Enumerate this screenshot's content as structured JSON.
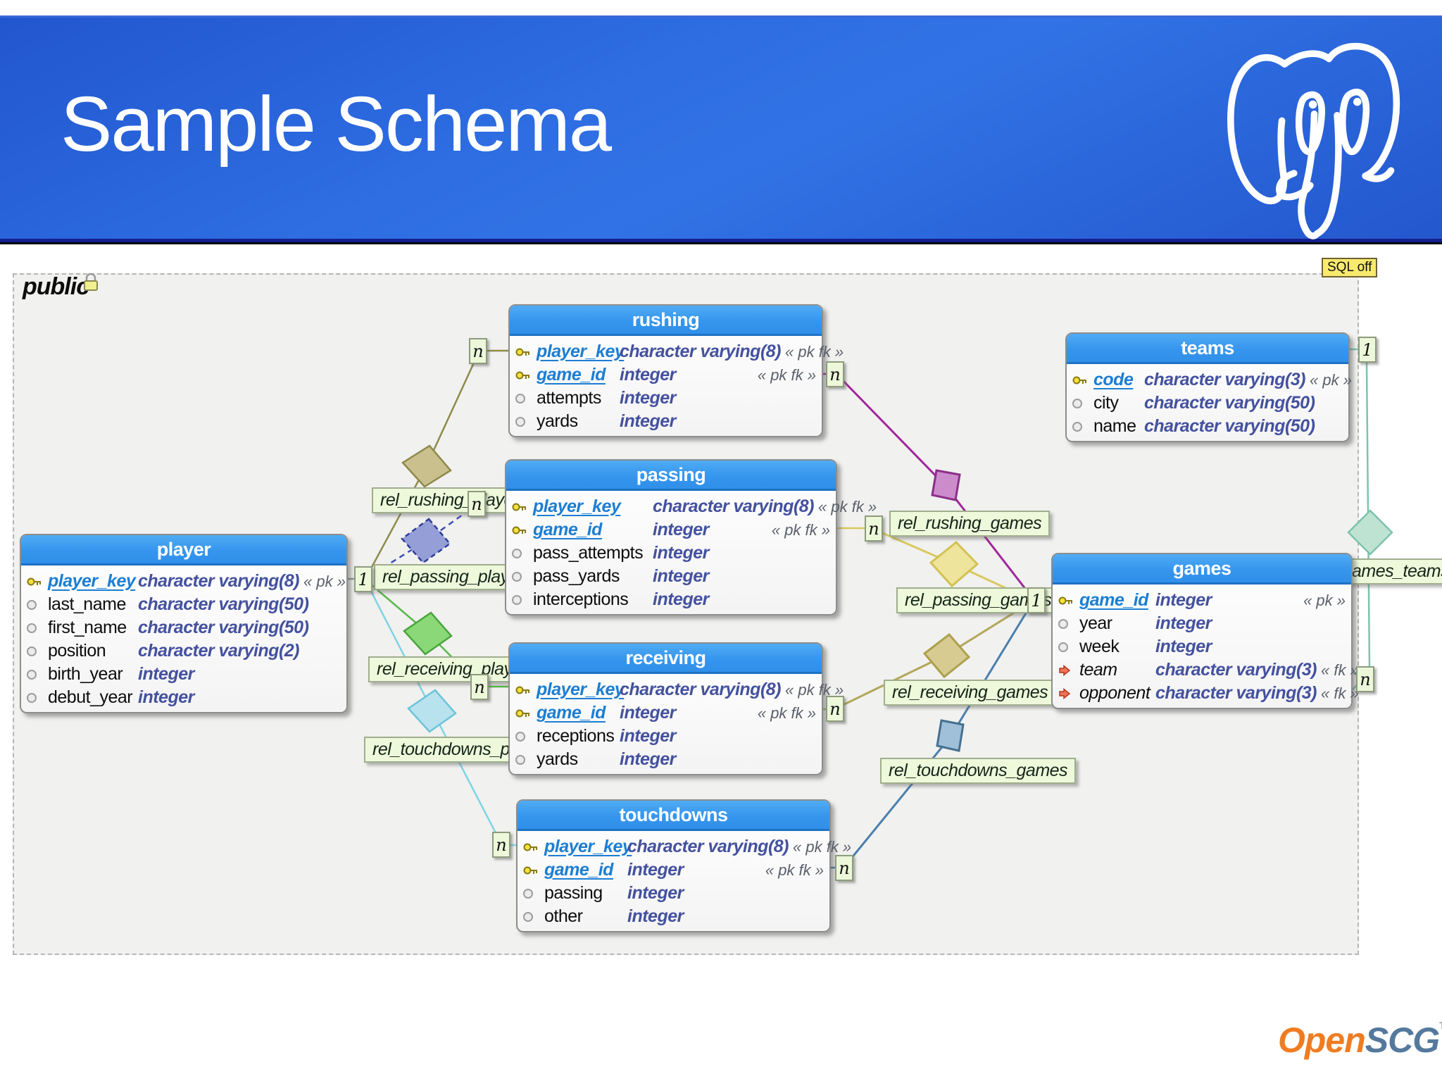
{
  "header": {
    "title": "Sample Schema"
  },
  "diagram": {
    "schema_label": "public",
    "sql_toggle": "SQL off"
  },
  "connectors": {
    "one": "1",
    "n": "n"
  },
  "colors": {
    "banner_blue": "#2e6de2",
    "table_header_blue": "#3696ee",
    "pk_name_blue": "#1c7ed2",
    "type_blue": "#44519e",
    "label_green_bg": "#edf9da",
    "rushing_player": "#8f8a4b",
    "passing_player": "#3d4db0",
    "receiving_player": "#58b84a",
    "touchdowns_player": "#7fd4e4",
    "rushing_games": "#a0269a",
    "passing_games": "#d9c95f",
    "receiving_games": "#b3a75b",
    "touchdowns_games": "#4a7fae",
    "games_teams": "#7cc3ad"
  },
  "tables": {
    "player": {
      "title": "player",
      "columns": [
        {
          "name": "player_key",
          "type": "character varying(8)",
          "key": "« pk »"
        },
        {
          "name": "last_name",
          "type": "character varying(50)",
          "key": ""
        },
        {
          "name": "first_name",
          "type": "character varying(50)",
          "key": ""
        },
        {
          "name": "position",
          "type": "character varying(2)",
          "key": ""
        },
        {
          "name": "birth_year",
          "type": "integer",
          "key": ""
        },
        {
          "name": "debut_year",
          "type": "integer",
          "key": ""
        }
      ]
    },
    "rushing": {
      "title": "rushing",
      "columns": [
        {
          "name": "player_key",
          "type": "character varying(8)",
          "key": "« pk fk »"
        },
        {
          "name": "game_id",
          "type": "integer",
          "key": "« pk fk »"
        },
        {
          "name": "attempts",
          "type": "integer",
          "key": ""
        },
        {
          "name": "yards",
          "type": "integer",
          "key": ""
        }
      ]
    },
    "passing": {
      "title": "passing",
      "columns": [
        {
          "name": "player_key",
          "type": "character varying(8)",
          "key": "« pk fk »"
        },
        {
          "name": "game_id",
          "type": "integer",
          "key": "« pk fk »"
        },
        {
          "name": "pass_attempts",
          "type": "integer",
          "key": ""
        },
        {
          "name": "pass_yards",
          "type": "integer",
          "key": ""
        },
        {
          "name": "interceptions",
          "type": "integer",
          "key": ""
        }
      ]
    },
    "receiving": {
      "title": "receiving",
      "columns": [
        {
          "name": "player_key",
          "type": "character varying(8)",
          "key": "« pk fk »"
        },
        {
          "name": "game_id",
          "type": "integer",
          "key": "« pk fk »"
        },
        {
          "name": "receptions",
          "type": "integer",
          "key": ""
        },
        {
          "name": "yards",
          "type": "integer",
          "key": ""
        }
      ]
    },
    "touchdowns": {
      "title": "touchdowns",
      "columns": [
        {
          "name": "player_key",
          "type": "character varying(8)",
          "key": "« pk fk »"
        },
        {
          "name": "game_id",
          "type": "integer",
          "key": "« pk fk »"
        },
        {
          "name": "passing",
          "type": "integer",
          "key": ""
        },
        {
          "name": "other",
          "type": "integer",
          "key": ""
        }
      ]
    },
    "teams": {
      "title": "teams",
      "columns": [
        {
          "name": "code",
          "type": "character varying(3)",
          "key": "« pk »"
        },
        {
          "name": "city",
          "type": "character varying(50)",
          "key": ""
        },
        {
          "name": "name",
          "type": "character varying(50)",
          "key": ""
        }
      ]
    },
    "games": {
      "title": "games",
      "columns": [
        {
          "name": "game_id",
          "type": "integer",
          "key": "« pk »"
        },
        {
          "name": "year",
          "type": "integer",
          "key": ""
        },
        {
          "name": "week",
          "type": "integer",
          "key": ""
        },
        {
          "name": "team",
          "type": "character varying(3)",
          "key": "« fk »"
        },
        {
          "name": "opponent",
          "type": "character varying(3)",
          "key": "« fk »"
        }
      ]
    }
  },
  "relationships": {
    "rushing_player": {
      "label": "rel_rushing_player"
    },
    "passing_player": {
      "label": "rel_passing_player"
    },
    "receiving_player": {
      "label": "rel_receiving_player"
    },
    "touchdowns_player": {
      "label": "rel_touchdowns_player"
    },
    "rushing_games": {
      "label": "rel_rushing_games"
    },
    "passing_games": {
      "label": "rel_passing_games"
    },
    "receiving_games": {
      "label": "rel_receiving_games"
    },
    "touchdowns_games": {
      "label": "rel_touchdowns_games"
    },
    "games_teams": {
      "label": "ames_teams"
    }
  },
  "brand": {
    "open": "Open",
    "scg": "SCG",
    "tm": "TM"
  }
}
